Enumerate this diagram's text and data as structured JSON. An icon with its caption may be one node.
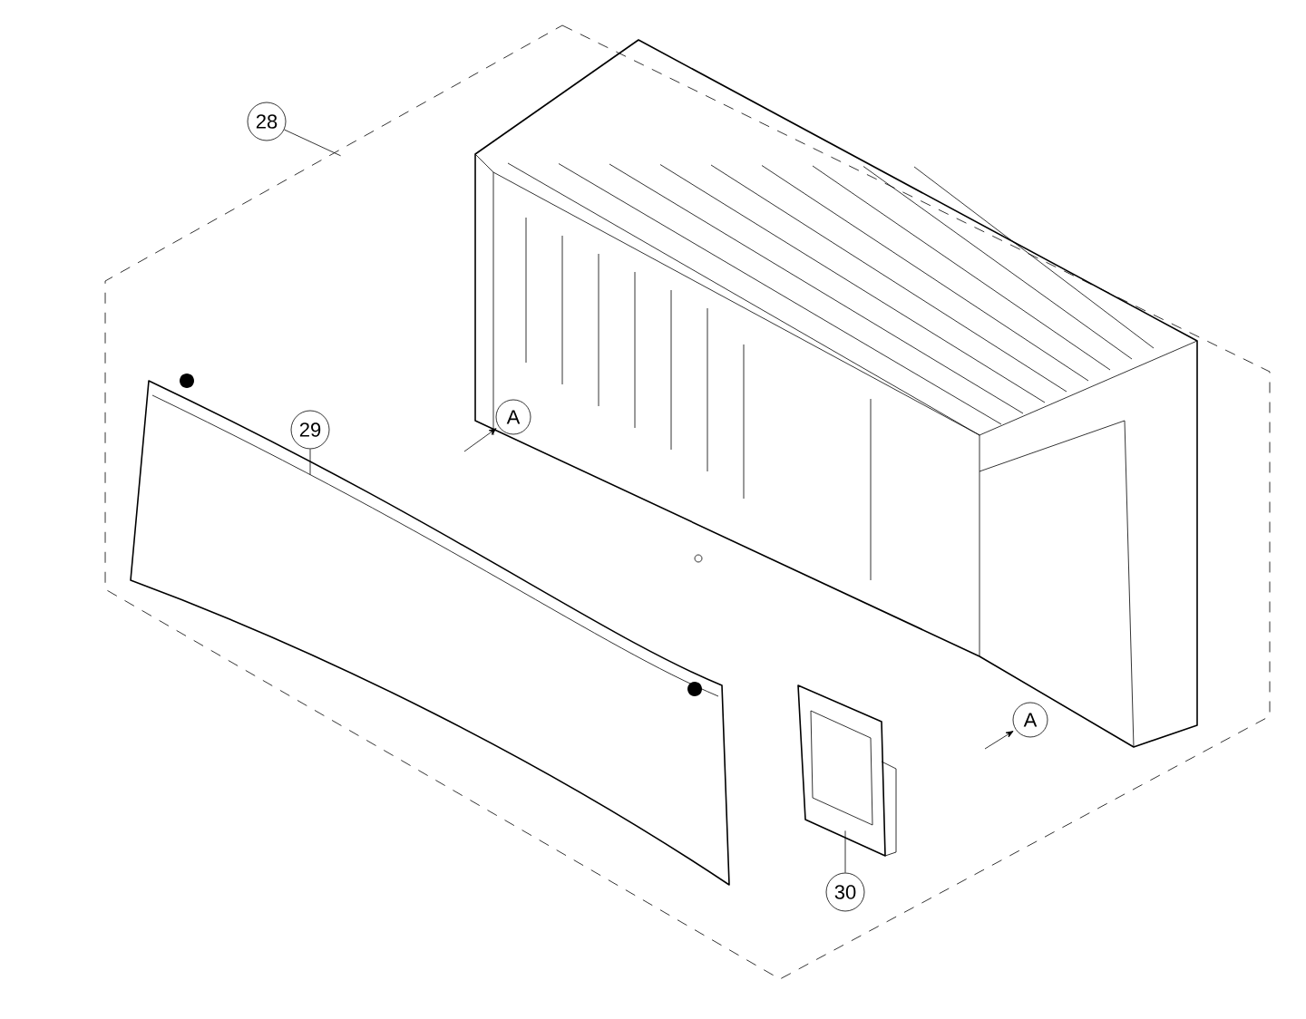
{
  "diagram": {
    "nodes": [
      {
        "text": [
          "28"
        ]
      },
      {
        "text": [],
        "shape": "box"
      },
      {
        "text": [
          "29"
        ],
        "in": 1
      },
      {
        "text": [],
        "shape": "picture",
        "in": 1
      },
      {
        "text": [
          "30"
        ],
        "in": 1
      },
      {
        "text": [],
        "shape": "picture",
        "in": 1
      }
    ],
    "edges": [
      {
        "from": 0,
        "to": 1,
        "arrow": "none"
      },
      {
        "from": 2,
        "to": 3,
        "arrow": "none"
      },
      {
        "from": 4,
        "to": 5,
        "arrow": "none"
      }
    ],
    "labels": [
      "A",
      "A"
    ]
  }
}
